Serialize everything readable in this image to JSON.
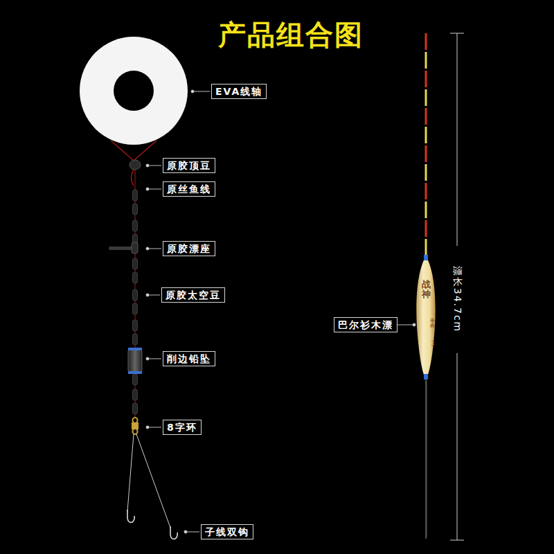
{
  "diagram": {
    "title": "产品组合图",
    "nodes": [
      {
        "text": [
          "EVA线轴"
        ]
      },
      {
        "text": [
          "原胶顶豆"
        ]
      },
      {
        "text": [
          "原丝鱼线"
        ]
      },
      {
        "text": [
          "原胶漂座"
        ]
      },
      {
        "text": [
          "原胶太空豆"
        ]
      },
      {
        "text": [
          "削边铅坠"
        ]
      },
      {
        "text": [
          "8字环"
        ]
      },
      {
        "text": [
          "子线双钩"
        ]
      },
      {
        "text": [
          "巴尔衫木漂"
        ]
      }
    ],
    "edges": [],
    "labels": [
      "漂长34.7cm",
      "战神",
      "手作",
      "3"
    ]
  }
}
